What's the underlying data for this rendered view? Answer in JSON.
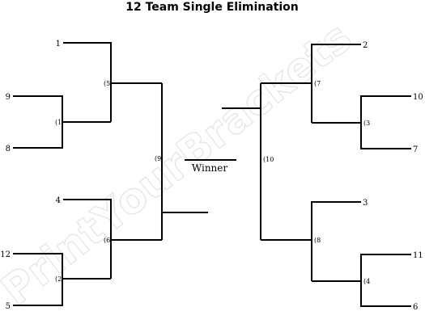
{
  "title": "12 Team Single Elimination",
  "watermark": "PrintYourBrackets",
  "winner_label": "Winner",
  "seeds": {
    "s1": "1",
    "s9": "9",
    "s8": "8",
    "s4": "4",
    "s12": "12",
    "s5": "5",
    "s2": "2",
    "s10": "10",
    "s7": "7",
    "s3": "3",
    "s11": "11",
    "s6": "6"
  },
  "games": {
    "g1": "(1",
    "g2": "(2",
    "g3": "(3",
    "g4": "(4",
    "g5": "(5",
    "g6": "(6",
    "g7": "(7",
    "g8": "(8",
    "g9": "(9",
    "g10": "(10"
  }
}
